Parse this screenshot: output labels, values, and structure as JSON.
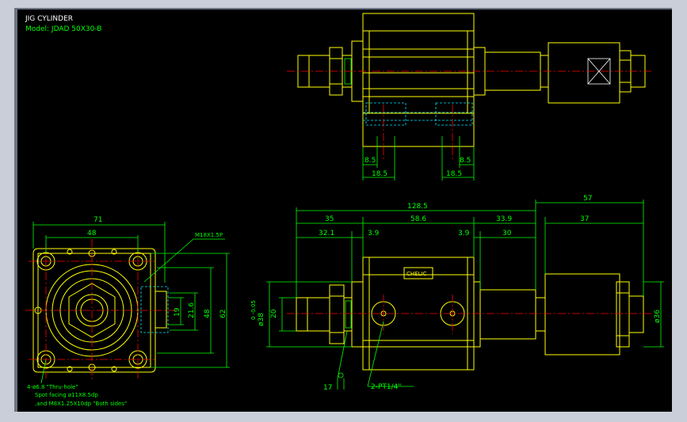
{
  "title": "JIG CYLINDER",
  "model": "Model: JDAD 50X30-B",
  "top_view": {
    "dim_left_small": "8.5",
    "dim_left_big": "18.5",
    "dim_right_small": "8.5",
    "dim_right_big": "18.5"
  },
  "end_view": {
    "width_outer": "71",
    "width_inner": "48",
    "height_outer": "62",
    "height_inner": "48",
    "height_small": "21.6",
    "port_height": "19",
    "thread_label": "M18X1.5P",
    "note_line1": "4-ø6.8   \"Thru-hole\"",
    "note_line2": "Spot facing  ø11X8.5dp",
    "note_line3": ",and M8X1.25X10dp \"Both sides\""
  },
  "front_view": {
    "overall": "128.5",
    "seg_35": "35",
    "seg_58_6": "58.6",
    "seg_33_9": "33.9",
    "seg_57": "57",
    "seg_37": "37",
    "seg_32_1": "32.1",
    "seg_3_9a": "3.9",
    "seg_3_9b": "3.9",
    "seg_30": "30",
    "rod_dia": "20",
    "bore_dia": "ø38",
    "bore_tol": "0\n-0.05",
    "body_dia": "ø36",
    "wrench": "17",
    "port_label": "2-PT1/4\"",
    "brand": "CHELIC"
  }
}
